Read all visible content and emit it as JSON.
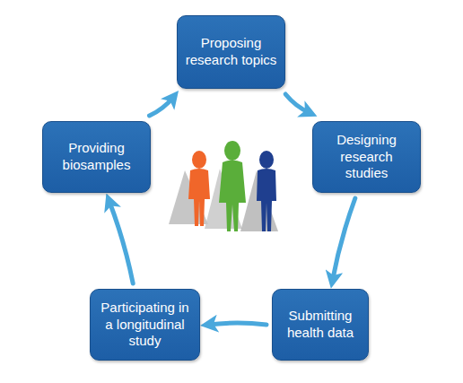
{
  "diagram": {
    "nodes": [
      {
        "text": [
          "Proposing research topics"
        ]
      },
      {
        "text": [
          "Designing research studies"
        ]
      },
      {
        "text": [
          "Submitting health data"
        ]
      },
      {
        "text": [
          "Participating in a longitudinal study"
        ]
      },
      {
        "text": [
          "Providing biosamples"
        ]
      }
    ],
    "edges": [
      {
        "from": 0,
        "to": 1,
        "arrow": "to"
      },
      {
        "from": 1,
        "to": 2,
        "arrow": "to"
      },
      {
        "from": 2,
        "to": 3,
        "arrow": "to"
      },
      {
        "from": 3,
        "to": 4,
        "arrow": "to"
      },
      {
        "from": 4,
        "to": 0,
        "arrow": "to"
      }
    ]
  }
}
